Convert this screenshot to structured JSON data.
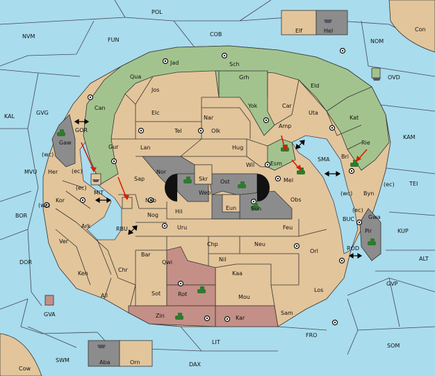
{
  "map": {
    "colors": {
      "sea": "#a9dced",
      "neutral_land": "#e3c59b",
      "green": "#a3c38e",
      "gray": "#8c8c8c",
      "rose": "#c48f86",
      "arrow": "#d42000",
      "army": "#2f7a2f"
    },
    "sea_labels": {
      "POL": "POL",
      "NVM": "NVM",
      "FUN": "FUN",
      "COB": "COB",
      "NOM": "NOM",
      "OVD": "OVD",
      "KAL": "KAL",
      "GVG": "GVG",
      "KAM": "KAM",
      "MVU": "MVU",
      "TEI": "TEI",
      "BOR": "BOR",
      "KUP": "KUP",
      "DOR": "DOR",
      "ALT": "ALT",
      "GVP": "GVP",
      "GVA": "GVA",
      "FRO": "FRO",
      "SOM": "SOM",
      "LIT": "LIT",
      "SWM": "SWM",
      "DAX": "DAX",
      "GOR": "GOR",
      "MIT": "MIT",
      "RBU": "RBU",
      "SMA": "SMA",
      "BUC": "BUC",
      "ROD": "ROD"
    },
    "land_labels": {
      "Con": "Con",
      "Elf": "Elf",
      "Hel": "Hel",
      "Cow": "Cow",
      "Aba": "Aba",
      "Orn": "Orn",
      "Jad": "Jad",
      "Sch": "Sch",
      "Qua": "Qua",
      "Jos": "Jos",
      "Grh": "Grh",
      "Eld": "Eld",
      "Can": "Can",
      "Car": "Car",
      "Yok": "Yok",
      "Elc": "Elc",
      "Nar": "Nar",
      "Uta": "Uta",
      "Kat": "Kat",
      "Amp": "Amp",
      "Tel": "Tel",
      "Olk": "Olk",
      "Gur": "Gur",
      "Lan": "Lan",
      "Hug": "Hug",
      "Rie": "Rie",
      "Gaw": "Gaw",
      "Esm": "Esm",
      "Bri": "Bri",
      "Her": "Her",
      "Nor": "Nor",
      "Skr": "Skr",
      "Wil": "Wil",
      "Sap": "Sap",
      "Ost": "Ost",
      "Mel": "Mel",
      "Web": "Web",
      "Byn": "Byn",
      "Kor": "Kor",
      "Nab": "Nab",
      "Obs": "Obs",
      "Hil": "Hil",
      "Eun": "Eun",
      "Sun": "Sun",
      "Gwa": "Gwa",
      "Nog": "Nog",
      "Ark": "Ark",
      "Uru": "Uru",
      "Feu": "Feu",
      "Pir": "Pir",
      "Chp": "Chp",
      "Neu": "Neu",
      "Ver": "Ver",
      "Bar": "Bar",
      "Orl": "Orl",
      "Nil": "Nil",
      "Qwi": "Qwi",
      "Ken": "Ken",
      "Chr": "Chr",
      "Kaa": "Kaa",
      "Ail": "Ail",
      "Los": "Los",
      "Sot": "Sot",
      "Rot": "Rot",
      "Mou": "Mou",
      "Zin": "Zin",
      "Kar": "Kar",
      "Sam": "Sam"
    },
    "coast_labels": {
      "wc1": "(wc)",
      "ec1": "(ec)",
      "ec2": "(ec)",
      "wc2": "(wc)",
      "ec3": "(ec)",
      "wc3": "(wc)",
      "ec4": "(ec)"
    }
  }
}
